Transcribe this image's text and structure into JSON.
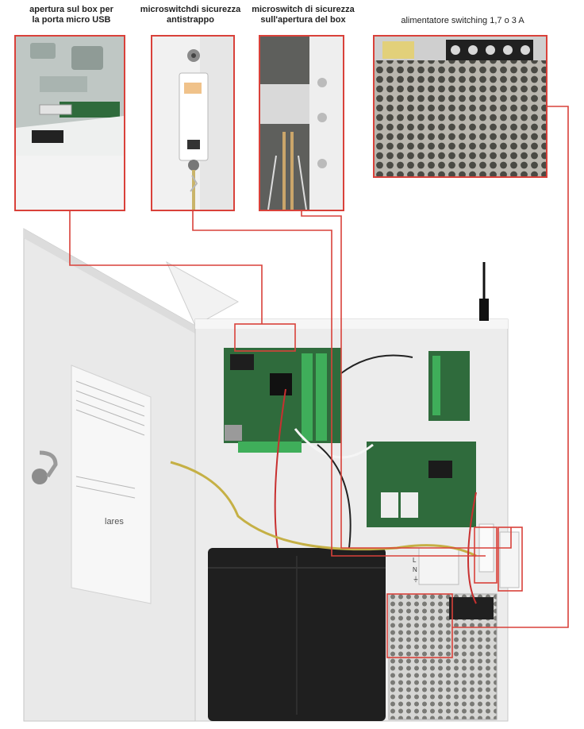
{
  "callouts": [
    {
      "id": "usb",
      "lines": [
        "apertura sul box per",
        "la porta micro USB"
      ]
    },
    {
      "id": "tamper",
      "lines": [
        "microswitchdi sicurezza",
        "antistrappo"
      ]
    },
    {
      "id": "door",
      "lines": [
        "microswitch di sicurezza",
        "sull'apertura del box"
      ]
    },
    {
      "id": "psu",
      "lines": [
        "alimentatore switching 1,7 o 3 A"
      ]
    }
  ],
  "board_text": {
    "brand": "lares",
    "mains_labels": [
      "L",
      "N",
      "⏚"
    ]
  },
  "colors": {
    "highlight": "#d9413a",
    "enclosure": "#ececec",
    "pcb": "#2f6b3c",
    "terminal": "#3fae5a",
    "battery": "#1f1f1f"
  }
}
